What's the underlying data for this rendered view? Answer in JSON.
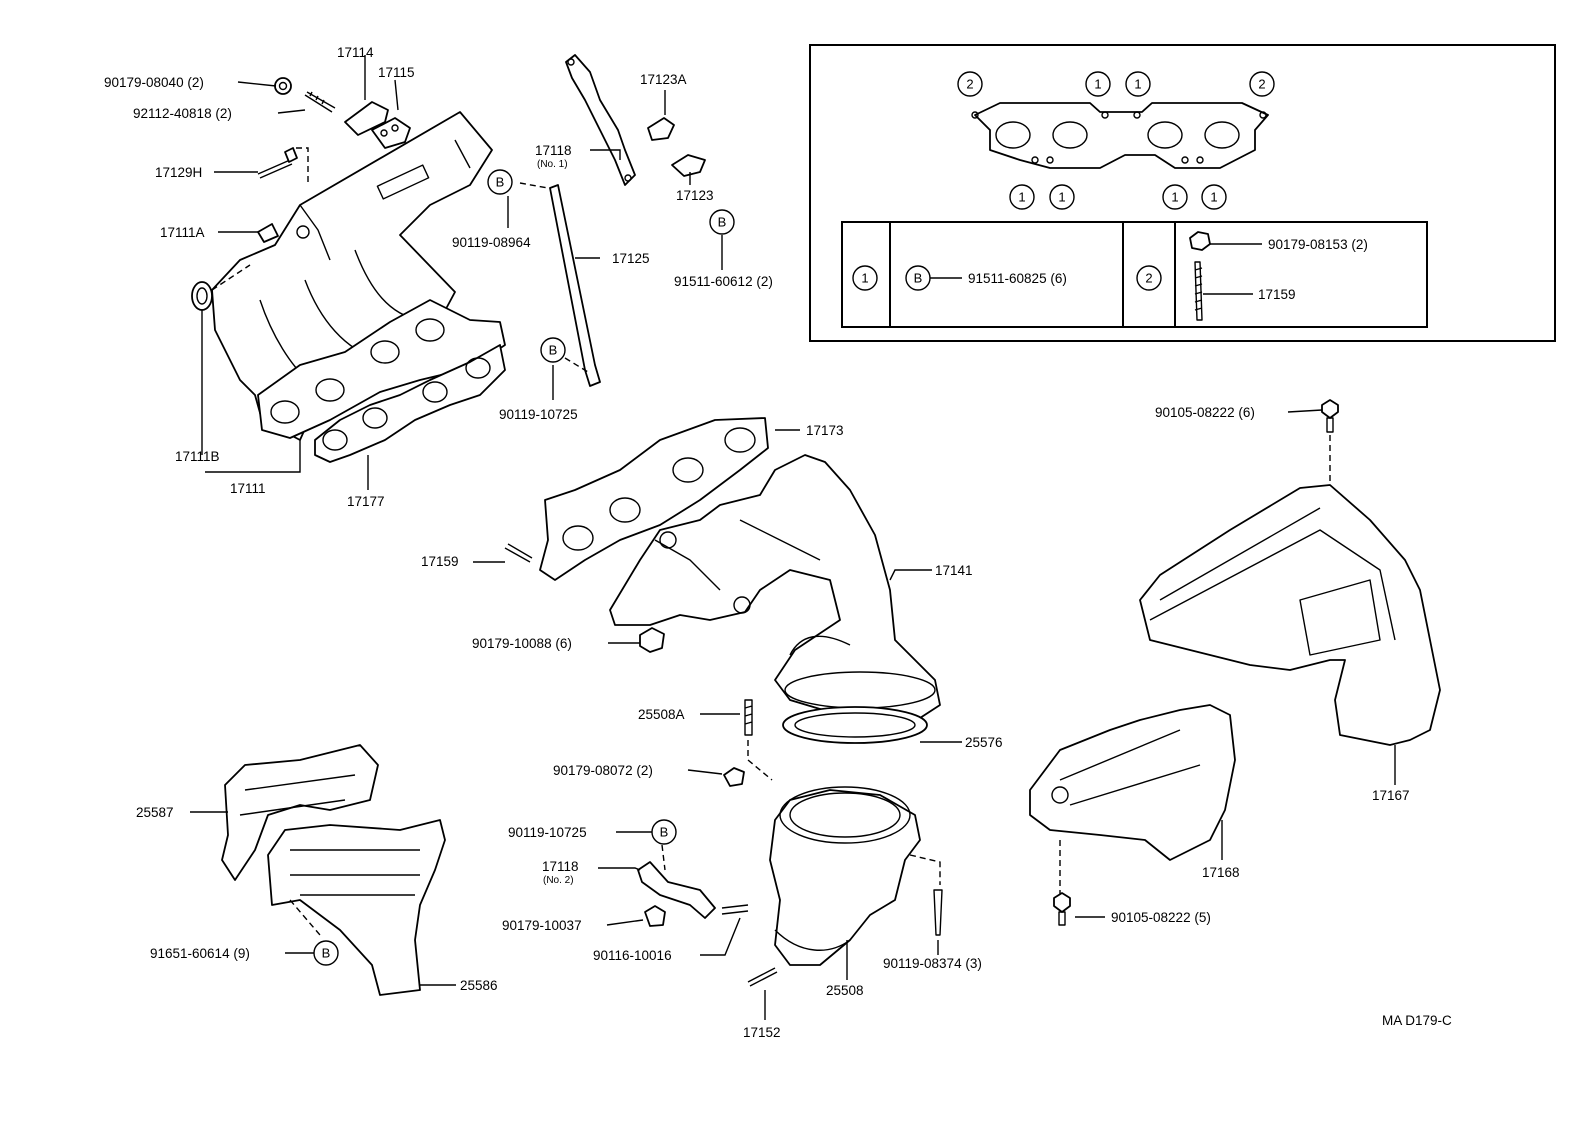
{
  "callouts": {
    "p17114": "17114",
    "p17115": "17115",
    "p90179_08040": "90179-08040 (2)",
    "p92112_40818": "92112-40818 (2)",
    "p17129H": "17129H",
    "p17111A": "17111A",
    "p17111B": "17111B",
    "p17111": "17111",
    "p17177": "17177",
    "p17118_no1": "17118",
    "p17118_no1_sub": "(No. 1)",
    "p17123A": "17123A",
    "p17123": "17123",
    "p90119_08964": "90119-08964",
    "p17125": "17125",
    "p91511_60612": "91511-60612 (2)",
    "p90119_10725_top": "90119-10725",
    "p17173": "17173",
    "p17159_left": "17159",
    "p17141": "17141",
    "p90179_10088": "90179-10088 (6)",
    "p25508A": "25508A",
    "p25576": "25576",
    "p90179_08072": "90179-08072 (2)",
    "p90119_10725_low": "90119-10725",
    "p17118_no2": "17118",
    "p17118_no2_sub": "(No. 2)",
    "p90179_10037": "90179-10037",
    "p90116_10016": "90116-10016",
    "p25508": "25508",
    "p17152": "17152",
    "p90119_08374": "90119-08374 (3)",
    "p25587": "25587",
    "p91651_60614": "91651-60614 (9)",
    "p25586": "25586",
    "p90105_08222_top": "90105-08222 (6)",
    "p17167": "17167",
    "p17168": "17168",
    "p90105_08222_low": "90105-08222 (5)"
  },
  "markers": {
    "B": "B",
    "one": "1",
    "two": "2"
  },
  "inset_table": {
    "row1_part": "91511-60825 (6)",
    "row2_nut": "90179-08153 (2)",
    "row2_stud": "17159"
  },
  "diagram_code": "MA D179-C"
}
